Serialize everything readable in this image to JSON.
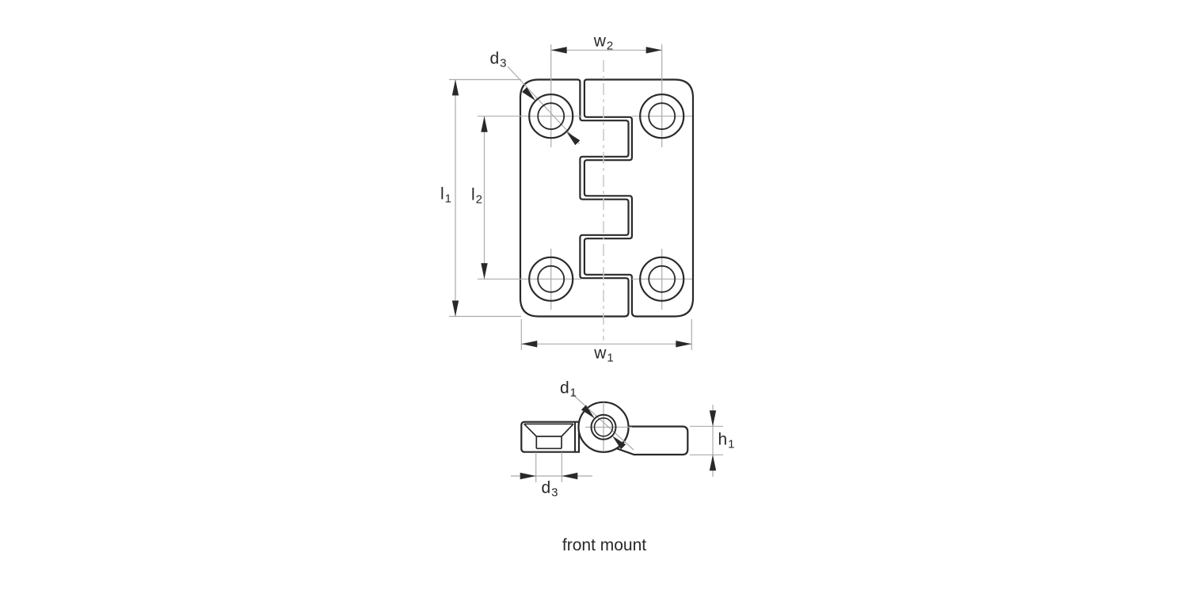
{
  "drawing": {
    "caption": "front mount",
    "labels": {
      "w2": {
        "base": "w",
        "sub": "2"
      },
      "d3_top": {
        "base": "d",
        "sub": "3"
      },
      "l1": {
        "base": "l",
        "sub": "1"
      },
      "l2": {
        "base": "l",
        "sub": "2"
      },
      "w1": {
        "base": "w",
        "sub": "1"
      },
      "d1": {
        "base": "d",
        "sub": "1"
      },
      "h1": {
        "base": "h",
        "sub": "1"
      },
      "d3_side": {
        "base": "d",
        "sub": "3"
      }
    },
    "colors": {
      "line": "#2b2829",
      "muted": "#a9abae",
      "center": "#c5c7c9",
      "background": "#ffffff"
    }
  }
}
